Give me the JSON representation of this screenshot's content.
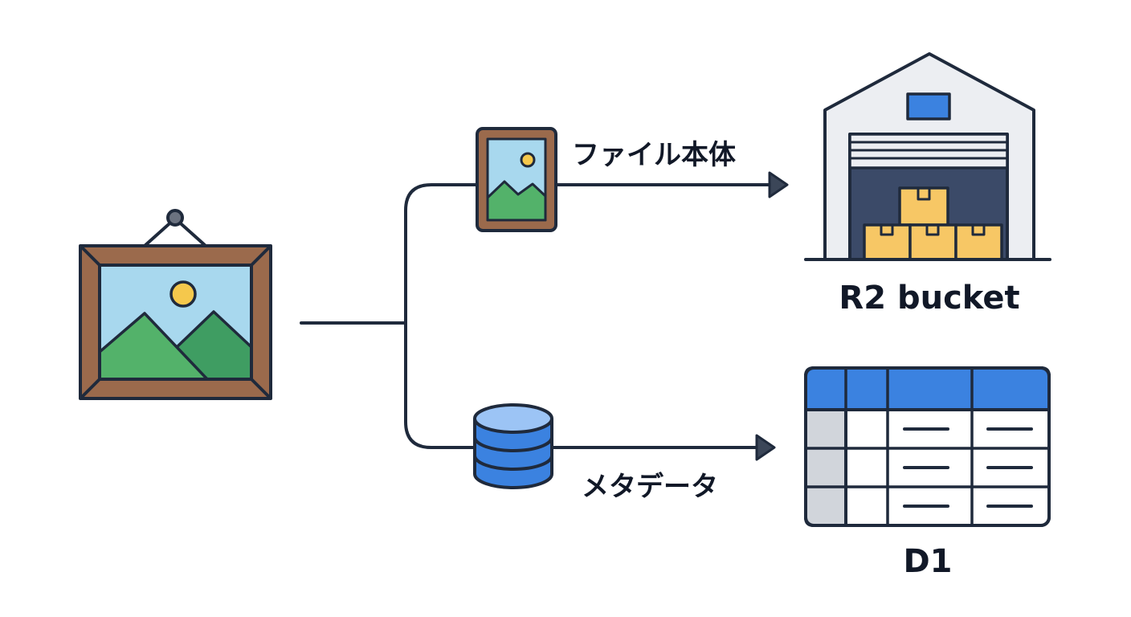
{
  "labels": {
    "file_body": "ファイル本体",
    "metadata": "メタデータ",
    "r2": "R2 bucket",
    "d1": "D1"
  },
  "icons": {
    "source": "framed-picture-icon",
    "file": "small-picture-icon",
    "metadata": "database-icon",
    "r2": "warehouse-icon",
    "d1": "table-icon"
  },
  "colors": {
    "outline": "#1f2a3c",
    "frame": "#9b6a4c",
    "sky": "#a8d8ee",
    "mountain": "#53b26a",
    "mountain_dark": "#3f9d62",
    "sun": "#f5c84c",
    "blue": "#3b82e0",
    "box": "#f7c765",
    "warehouse": "#eceef2",
    "door": "#3b4a68",
    "grey": "#d1d5db"
  }
}
